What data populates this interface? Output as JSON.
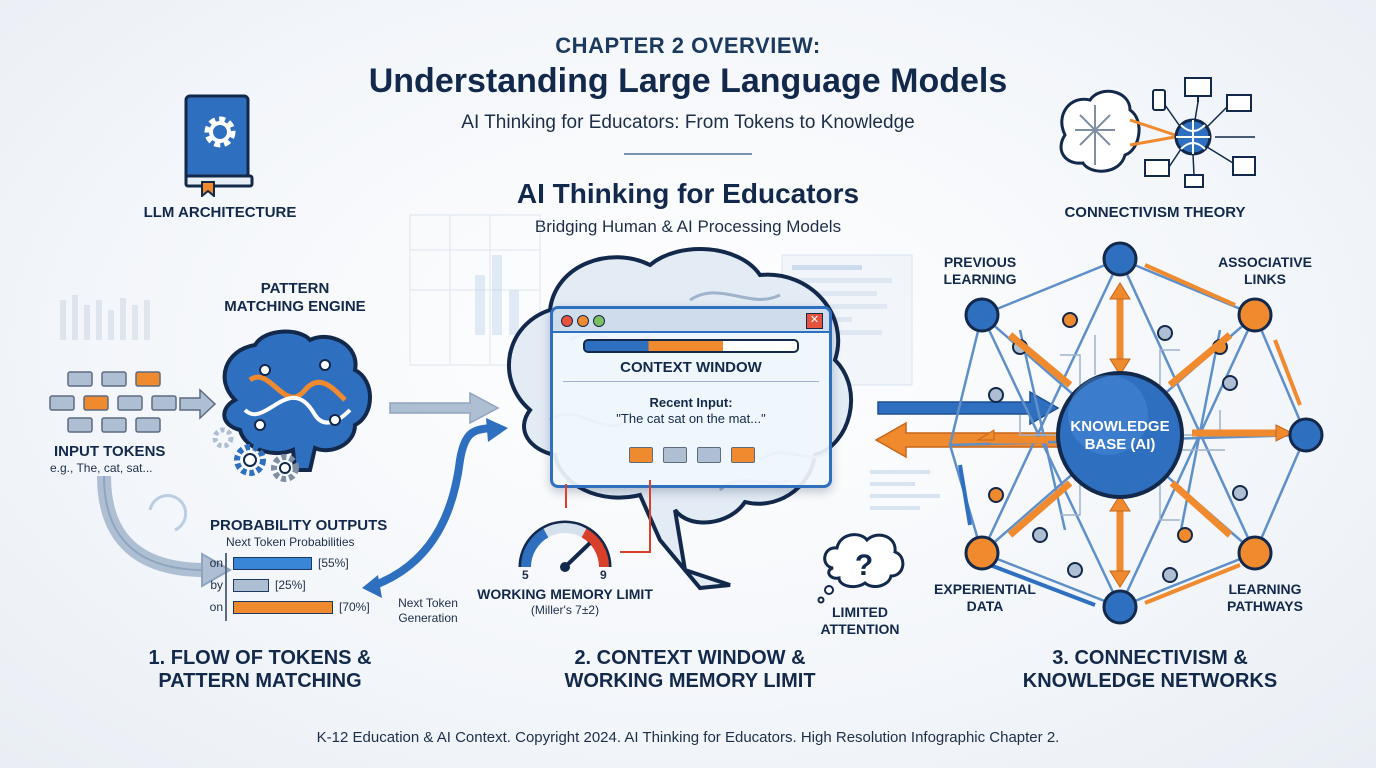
{
  "header": {
    "kicker": "CHAPTER 2 OVERVIEW:",
    "title": "Understanding Large Language Models",
    "subtitle": "AI Thinking for Educators: From Tokens to Knowledge"
  },
  "central": {
    "title": "AI Thinking for Educators",
    "subtitle": "Bridging Human & AI Processing Models"
  },
  "left": {
    "architecture_label": "LLM ARCHITECTURE",
    "pattern_label_1": "PATTERN",
    "pattern_label_2": "MATCHING ENGINE",
    "input_label": "INPUT TOKENS",
    "input_example": "e.g., The, cat, sat...",
    "prob_title": "PROBABILITY OUTPUTS",
    "prob_sub": "Next Token Probabilities",
    "probs": [
      {
        "token": "on",
        "label": "[55%]",
        "value": 55,
        "color": "#3a86d6"
      },
      {
        "token": "by",
        "label": "[25%]",
        "value": 25,
        "color": "#aebfd3"
      },
      {
        "token": "on",
        "label": "[70%]",
        "value": 70,
        "color": "#f08a2e"
      }
    ],
    "next_token_1": "Next Token",
    "next_token_2": "Generation",
    "section_1": "1. FLOW OF TOKENS &",
    "section_2": "PATTERN MATCHING"
  },
  "middle": {
    "window_label": "CONTEXT WINDOW",
    "recent_label": "Recent Input:",
    "recent_text": "\"The cat sat on the mat...\"",
    "gauge_min": "5",
    "gauge_max": "9",
    "memory_label": "WORKING MEMORY LIMIT",
    "memory_sub": "(Miller's 7±2)",
    "attention_1": "LIMITED",
    "attention_2": "ATTENTION",
    "question_mark": "?",
    "section_1": "2. CONTEXT WINDOW &",
    "section_2": "WORKING MEMORY LIMIT"
  },
  "right": {
    "theory_label": "CONNECTIVISM THEORY",
    "previous_1": "PREVIOUS",
    "previous_2": "LEARNING",
    "associative_1": "ASSOCIATIVE",
    "associative_2": "LINKS",
    "kb_1": "KNOWLEDGE",
    "kb_2": "BASE (AI)",
    "experiential_1": "EXPERIENTIAL",
    "experiential_2": "DATA",
    "pathways_1": "LEARNING",
    "pathways_2": "PATHWAYS",
    "section_1": "3. CONNECTIVISM &",
    "section_2": "KNOWLEDGE NETWORKS"
  },
  "footer": "K-12 Education & AI Context. Copyright 2024. AI Thinking for Educators. High Resolution Infographic Chapter 2.",
  "colors": {
    "navy": "#13294b",
    "blue": "#2f6fc0",
    "orange": "#f08a2e",
    "gray": "#aebfd3"
  }
}
